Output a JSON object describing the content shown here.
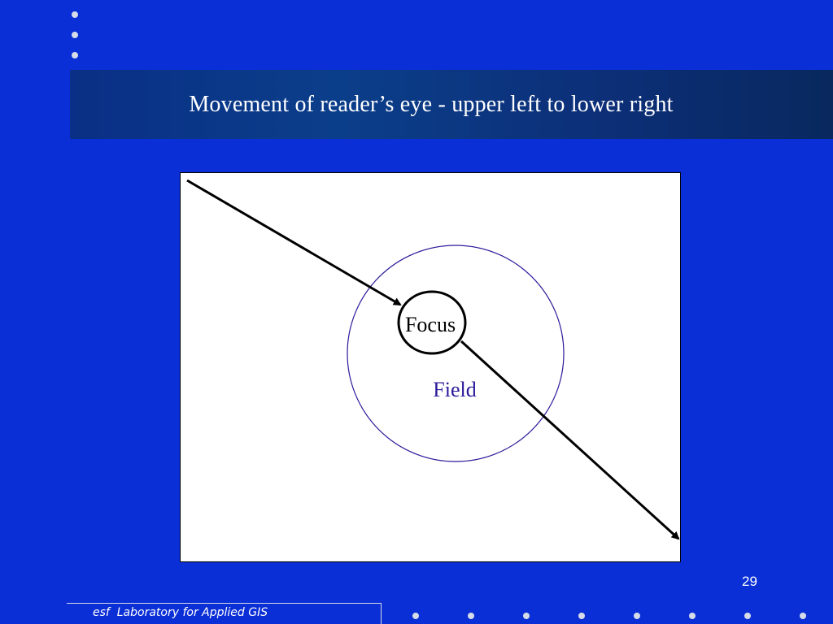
{
  "slide": {
    "title": "Movement of reader’s eye - upper left to lower right",
    "page_number": "29",
    "footer": "esf  Laboratory for Applied GIS"
  },
  "diagram": {
    "focus_label": "Focus",
    "field_label": "Field",
    "colors": {
      "background": "#0B2FD6",
      "field_circle": "#2A1A9A",
      "field_text": "#2A1A9A",
      "arrow": "#000000"
    }
  }
}
